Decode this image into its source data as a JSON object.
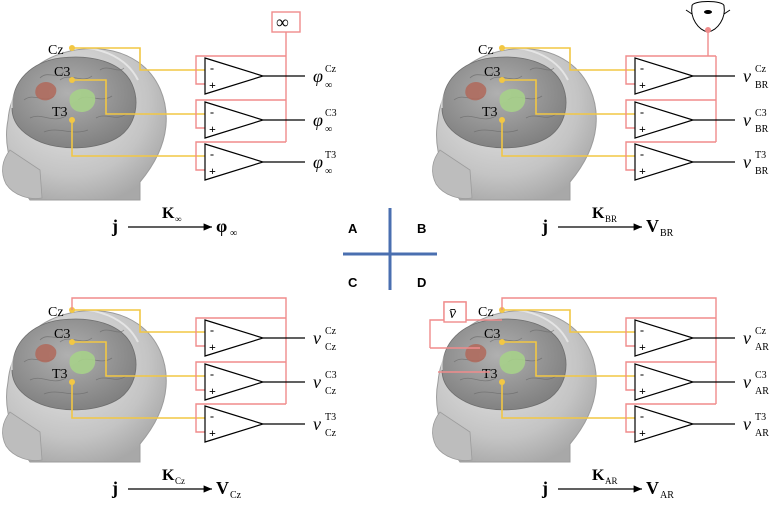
{
  "colors": {
    "electrode_wire": "#f2c744",
    "reference_wire": "#f08c8c",
    "cross": "#4a6fb0",
    "amplifier_stroke": "#000000",
    "head_fill": "#c8c8c8",
    "brain_fill": "#9a9a9a",
    "region_red": "#b0685a",
    "region_green": "#a6d08a"
  },
  "center_labels": {
    "A": "A",
    "B": "B",
    "C": "C",
    "D": "D"
  },
  "panels": {
    "A": {
      "electrodes": [
        "Cz",
        "C3",
        "T3"
      ],
      "reference_box": "∞",
      "outputs": [
        {
          "symbol": "φ",
          "sup": "Cz",
          "sub": "∞"
        },
        {
          "symbol": "φ",
          "sup": "C3",
          "sub": "∞"
        },
        {
          "symbol": "φ",
          "sup": "T3",
          "sub": "∞"
        }
      ],
      "equation": {
        "left": "j",
        "op": "K",
        "op_sub": "∞",
        "right": "φ",
        "right_sub": "∞"
      }
    },
    "B": {
      "electrodes": [
        "Cz",
        "C3",
        "T3"
      ],
      "reference_icon": "ear-reference-icon",
      "outputs": [
        {
          "symbol": "v",
          "sup": "Cz",
          "sub": "BR"
        },
        {
          "symbol": "v",
          "sup": "C3",
          "sub": "BR"
        },
        {
          "symbol": "v",
          "sup": "T3",
          "sub": "BR"
        }
      ],
      "equation": {
        "left": "j",
        "op": "K",
        "op_sub": "BR",
        "right": "V",
        "right_sub": "BR"
      }
    },
    "C": {
      "electrodes": [
        "Cz",
        "C3",
        "T3"
      ],
      "outputs": [
        {
          "symbol": "v",
          "sup": "Cz",
          "sub": "Cz"
        },
        {
          "symbol": "v",
          "sup": "C3",
          "sub": "Cz"
        },
        {
          "symbol": "v",
          "sup": "T3",
          "sub": "Cz"
        }
      ],
      "equation": {
        "left": "j",
        "op": "K",
        "op_sub": "Cz",
        "right": "V",
        "right_sub": "Cz"
      }
    },
    "D": {
      "electrodes": [
        "Cz",
        "C3",
        "T3"
      ],
      "reference_box": "v̄",
      "outputs": [
        {
          "symbol": "v",
          "sup": "Cz",
          "sub": "AR"
        },
        {
          "symbol": "v",
          "sup": "C3",
          "sub": "AR"
        },
        {
          "symbol": "v",
          "sup": "T3",
          "sub": "AR"
        }
      ],
      "equation": {
        "left": "j",
        "op": "K",
        "op_sub": "AR",
        "right": "V",
        "right_sub": "AR"
      }
    }
  }
}
